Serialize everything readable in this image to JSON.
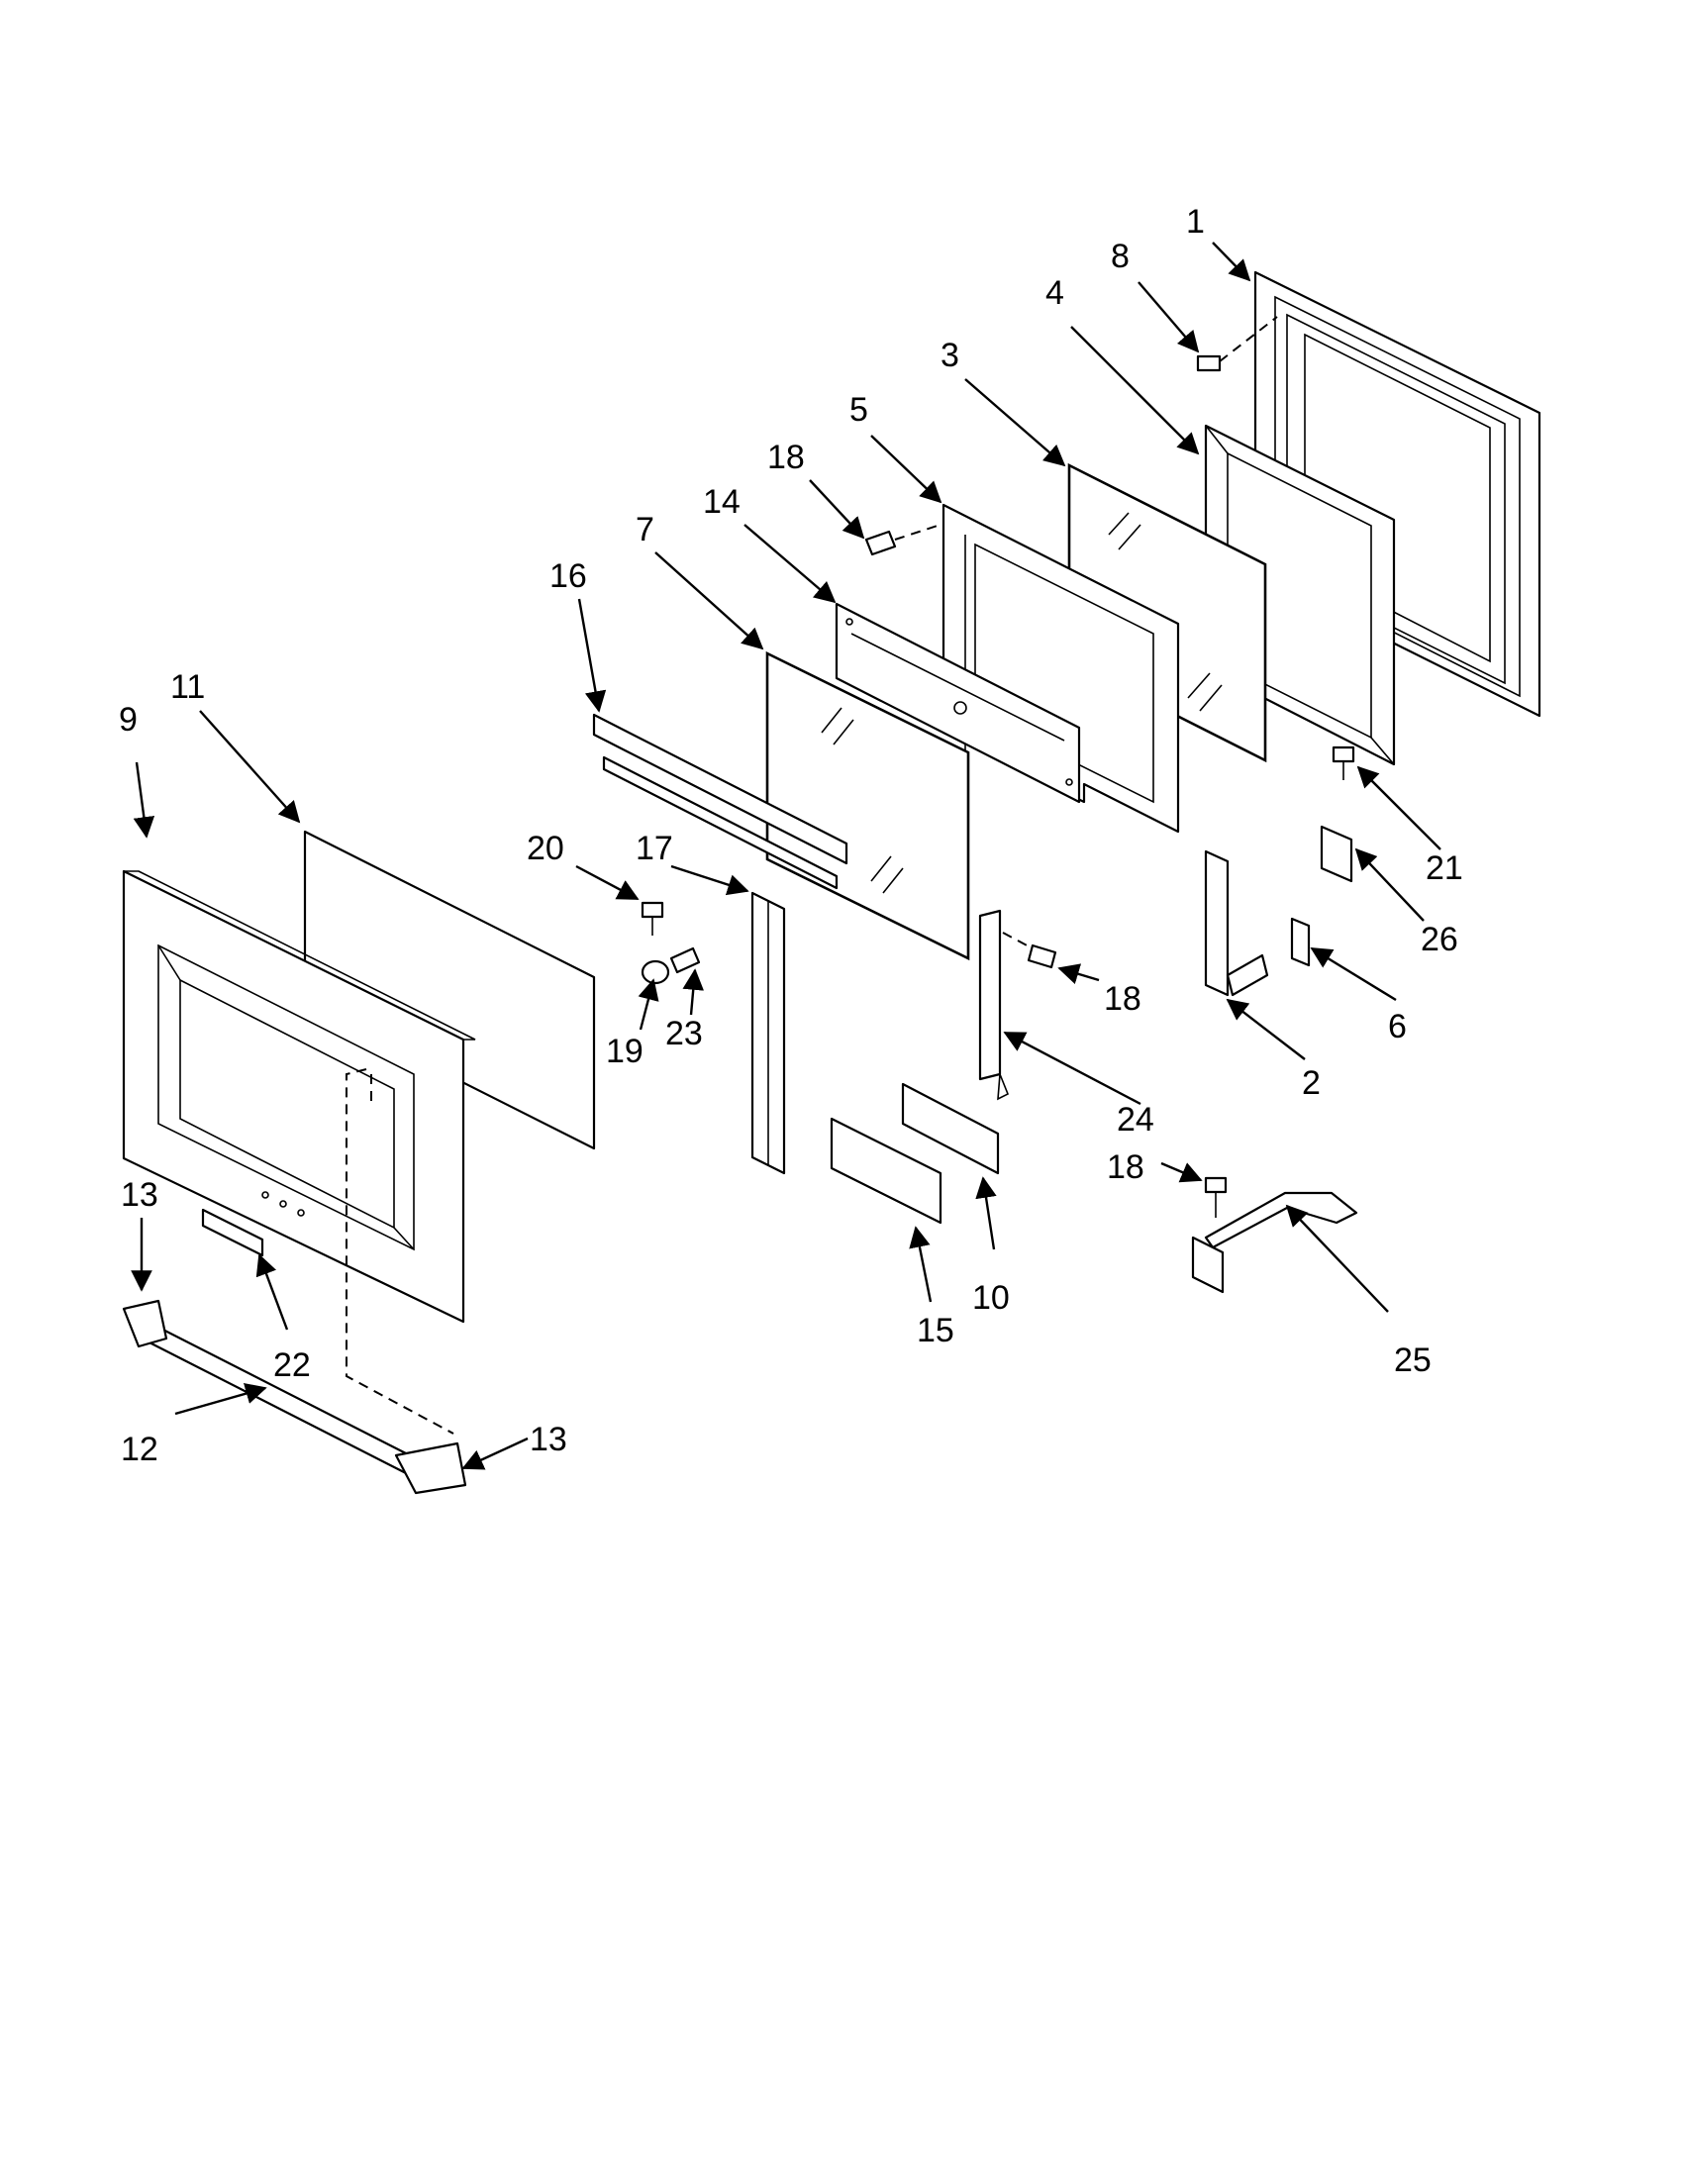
{
  "diagram": {
    "callouts": [
      {
        "id": "c1",
        "text": "1"
      },
      {
        "id": "c8",
        "text": "8"
      },
      {
        "id": "c4",
        "text": "4"
      },
      {
        "id": "c3",
        "text": "3"
      },
      {
        "id": "c5",
        "text": "5"
      },
      {
        "id": "c18a",
        "text": "18"
      },
      {
        "id": "c14",
        "text": "14"
      },
      {
        "id": "c7",
        "text": "7"
      },
      {
        "id": "c16",
        "text": "16"
      },
      {
        "id": "c11",
        "text": "11"
      },
      {
        "id": "c9",
        "text": "9"
      },
      {
        "id": "c20",
        "text": "20"
      },
      {
        "id": "c17",
        "text": "17"
      },
      {
        "id": "c21",
        "text": "21"
      },
      {
        "id": "c26",
        "text": "26"
      },
      {
        "id": "c18b",
        "text": "18"
      },
      {
        "id": "c6",
        "text": "6"
      },
      {
        "id": "c19",
        "text": "19"
      },
      {
        "id": "c23",
        "text": "23"
      },
      {
        "id": "c2",
        "text": "2"
      },
      {
        "id": "c24",
        "text": "24"
      },
      {
        "id": "c13a",
        "text": "13"
      },
      {
        "id": "c18c",
        "text": "18"
      },
      {
        "id": "c10",
        "text": "10"
      },
      {
        "id": "c22",
        "text": "22"
      },
      {
        "id": "c15",
        "text": "15"
      },
      {
        "id": "c25",
        "text": "25"
      },
      {
        "id": "c12",
        "text": "12"
      },
      {
        "id": "c13b",
        "text": "13"
      }
    ]
  }
}
